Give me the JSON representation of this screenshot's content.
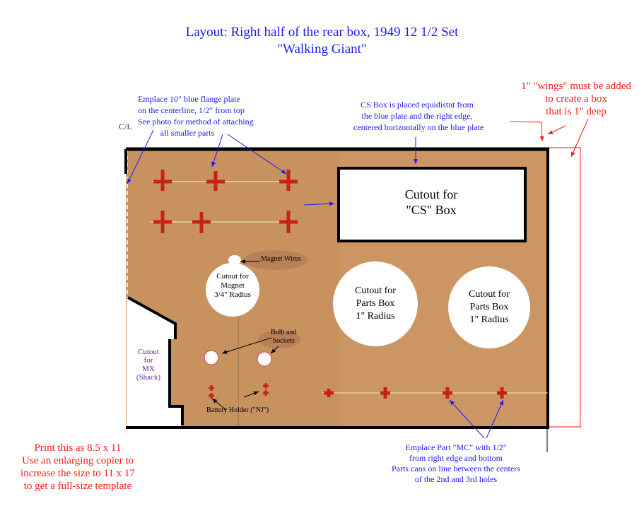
{
  "title_line1": "Layout: Right half of the rear box, 1949 12 1/2 Set",
  "title_line2": "\"Walking Giant\"",
  "centerline_label": "C/L",
  "notes": {
    "flange": [
      "Emplace 10\" blue flange plate",
      "on the centerline, 1/2\" from top",
      "See photo for method of attaching",
      "all smaller parts"
    ],
    "cs_box": [
      "CS Box is placed equidistnt from",
      "the blue plate and the right edge,",
      "centered horizontally on the blue plate"
    ],
    "wings": [
      "1\" \"wings\" must be added",
      "to create a box",
      "that is 1\" deep"
    ],
    "print": [
      "Print this as 8.5 x 11",
      "Use an enlarging copier to",
      "increase the size to 11 x 17",
      "to get a full-size template"
    ],
    "mc": [
      "Emplace Part \"MC\" with 1/2\"",
      "from right edge and bottom",
      "Parts cans on line between the centers",
      "of the 2nd and 3rd holes"
    ]
  },
  "cutouts": {
    "cs": [
      "Cutout for",
      "\"CS\" Box"
    ],
    "magnet": [
      "Cutout for",
      "Magnet",
      "3/4\" Radius"
    ],
    "parts1": [
      "Cutout for",
      "Parts Box",
      "1\" Radius"
    ],
    "parts2": [
      "Cutout for",
      "Parts Box",
      "1\" Radius"
    ],
    "mx": [
      "Cutout",
      "for",
      "MX",
      "(Shack)"
    ]
  },
  "labels": {
    "magnet_wires": "Magnet Wires",
    "bulb": [
      "Bulb and",
      "Sockets"
    ],
    "battery": "Battery Holder (\"NJ\")"
  },
  "colors": {
    "board": "#c8925f",
    "note_blue": "#1a1aff",
    "note_red": "#ff1a1a",
    "mx_text": "#5a2ca0"
  }
}
